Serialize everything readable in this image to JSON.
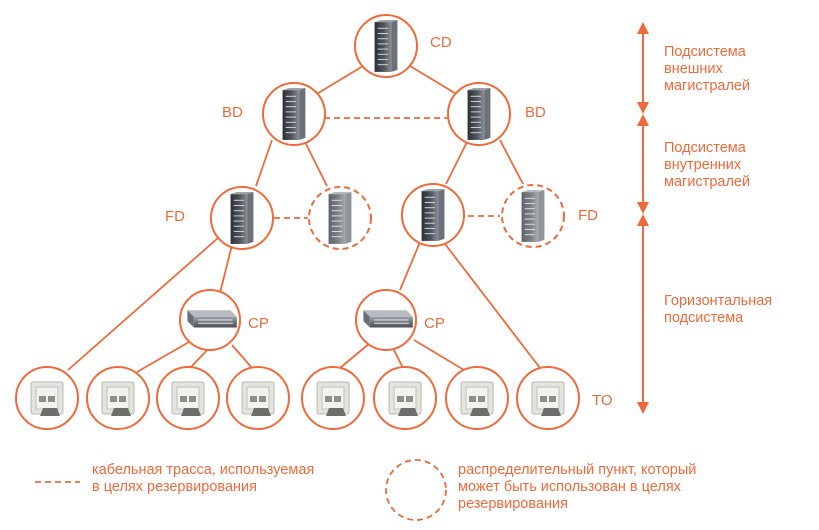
{
  "nodes": {
    "cd": "CD",
    "bd_left": "BD",
    "bd_right": "BD",
    "fd_left": "FD",
    "fd_right": "FD",
    "cp_left": "CP",
    "cp_right": "CP",
    "to": "TO"
  },
  "subsystems": {
    "external": [
      "Подсистема",
      "внешних",
      "магистралей"
    ],
    "internal": [
      "Подсистема",
      "внутренних",
      "магистралей"
    ],
    "horizontal": [
      "Горизонтальная",
      "подсистема"
    ]
  },
  "legend": {
    "dashed_line": [
      "кабельная трасса, используемая",
      "в целях резервирования"
    ],
    "dashed_circle": [
      "распределительный пункт, который",
      "может быть использован в целях",
      "резервирования"
    ]
  },
  "colors": {
    "accent": "#ef6a3a",
    "rack_dark": "#3c4046",
    "rack_light": "#8a9096",
    "outlet": "#e4e4df"
  }
}
